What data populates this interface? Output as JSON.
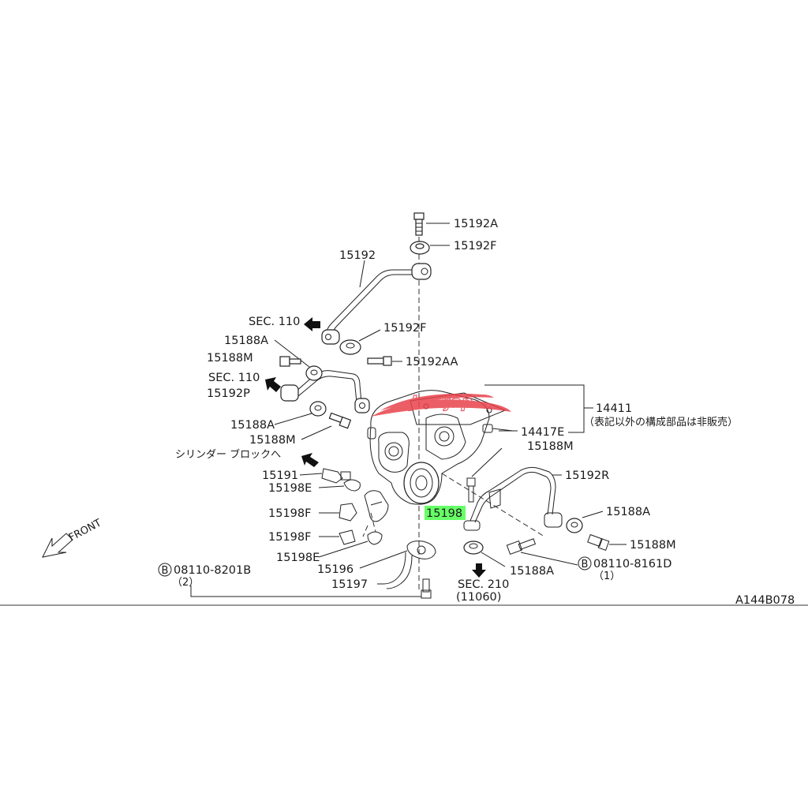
{
  "diagram": {
    "code": "A144B078",
    "front": "FRONT",
    "highlight_color": "#66ff66",
    "watermark_color": "#e8424c",
    "labels": {
      "p15192A": "15192A",
      "p15192F_top": "15192F",
      "p15192": "15192",
      "sec110_a": "SEC. 110",
      "p15192F_mid": "15192F",
      "p15188A_1": "15188A",
      "p15188M_1": "15188M",
      "p15192AA": "15192AA",
      "sec110_b": "SEC. 110",
      "p15192P": "15192P",
      "p14411": "14411",
      "p14411_note": "（表記以外の構成部品は非販売）",
      "p15188A_2": "15188A",
      "p14417E": "14417E",
      "p15188M_2": "15188M",
      "cyl_block": "シリンダー ブロックへ",
      "p15188M_3": "15188M",
      "p15191": "15191",
      "p15192R": "15192R",
      "p15198E_1": "15198E",
      "p15198F_1": "15198F",
      "p15198": "15198",
      "p15188A_3": "15188A",
      "p15198F_2": "15198F",
      "p15188M_4": "15188M",
      "p15198E_2": "15198E",
      "p15188A_4": "15188A",
      "bolt_right": "08110-8161D",
      "bolt_right_qty": "（1）",
      "p15196": "15196",
      "bolt_left": "08110-8201B",
      "bolt_left_qty": "（2）",
      "p15197": "15197",
      "sec210": "SEC. 210",
      "sec210_sub": "(11060)",
      "circle_b": "B"
    }
  }
}
